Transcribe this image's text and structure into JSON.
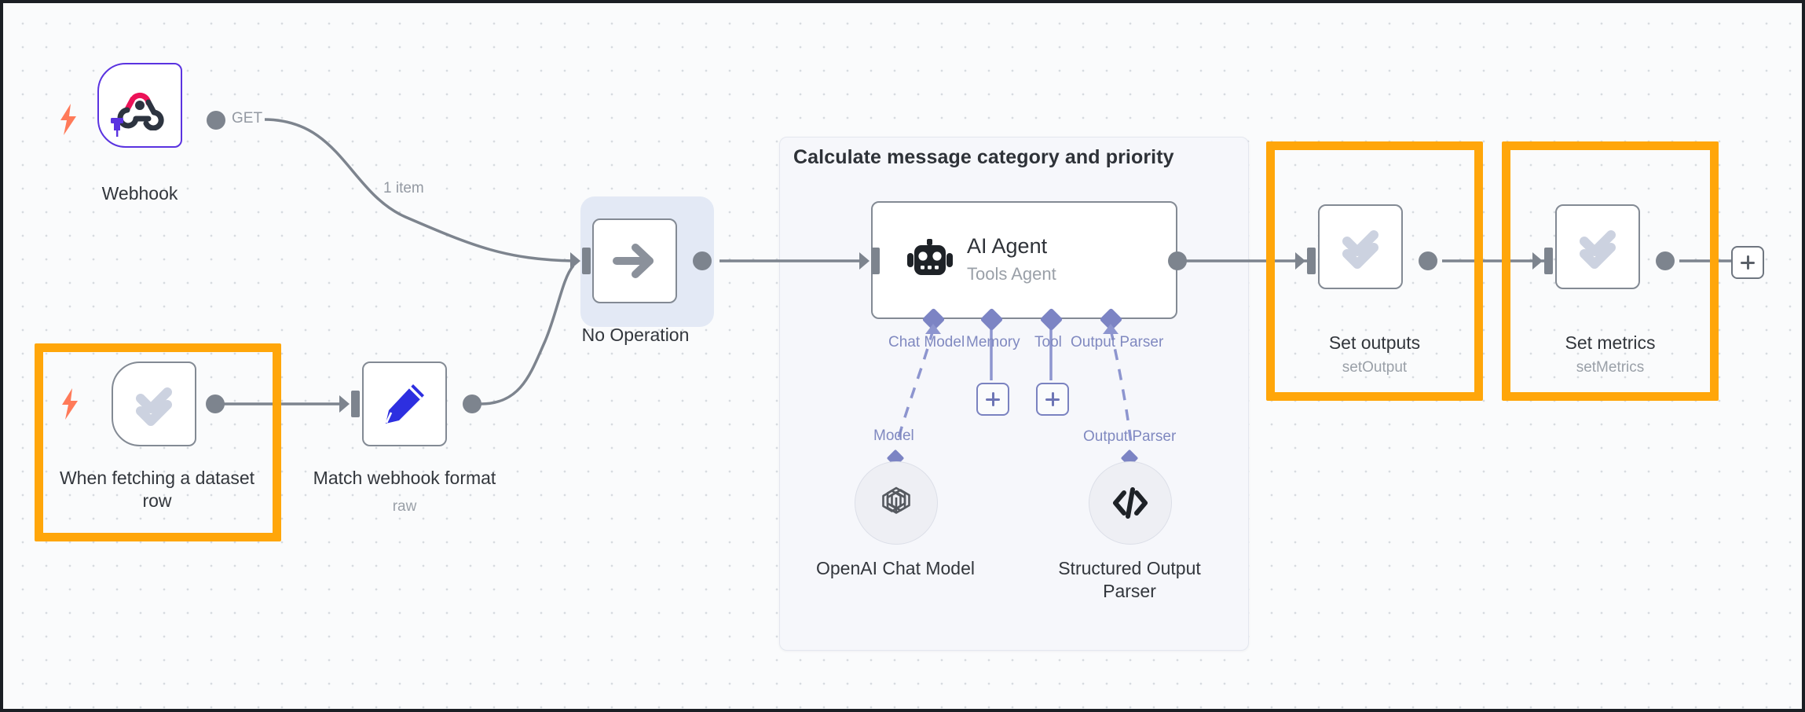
{
  "canvas": {
    "background_color": "#fafbfc",
    "grid_dot_color": "#d7dbe0",
    "border_color": "#1b1f24"
  },
  "sticky_group": {
    "title": "Calculate message category and priority",
    "background_color": "#f6f7fb",
    "border_color": "#e4e7ef"
  },
  "highlight": {
    "color": "#ffa60a",
    "targets": [
      "when-fetching-a-dataset-row",
      "set-outputs",
      "set-metrics"
    ]
  },
  "nodes": [
    {
      "id": "webhook",
      "label": "Webhook",
      "sublabel": "",
      "icon": "webhook-icon",
      "type": "trigger",
      "accent_color": "#5a33e0",
      "pinned": true,
      "has_trigger_bolt": true
    },
    {
      "id": "when-fetching-a-dataset-row",
      "label": "When fetching a dataset\nrow",
      "sublabel": "",
      "icon": "double-check-icon",
      "type": "trigger",
      "accent_color": "#838a94",
      "pinned": false,
      "has_trigger_bolt": true
    },
    {
      "id": "match-webhook-format",
      "label": "Match webhook format",
      "sublabel": "raw",
      "icon": "pencil-icon",
      "type": "action",
      "accent_color": "#2d2fe0"
    },
    {
      "id": "no-operation",
      "label": "No Operation",
      "sublabel": "",
      "icon": "arrow-right-icon",
      "type": "action",
      "selected": true
    },
    {
      "id": "ai-agent",
      "label": "AI Agent",
      "sublabel": "Tools Agent",
      "icon": "robot-icon",
      "type": "agent"
    },
    {
      "id": "set-outputs",
      "label": "Set outputs",
      "sublabel": "setOutput",
      "icon": "double-check-icon",
      "type": "action"
    },
    {
      "id": "set-metrics",
      "label": "Set metrics",
      "sublabel": "setMetrics",
      "icon": "double-check-icon",
      "type": "action"
    }
  ],
  "sub_nodes": [
    {
      "id": "openai-chat-model",
      "label": "OpenAI Chat Model",
      "icon": "openai-icon",
      "connector_label": "Model"
    },
    {
      "id": "structured-output-parser",
      "label": "Structured Output\nParser",
      "icon": "code-brackets-icon",
      "connector_label": "Output Parser"
    }
  ],
  "agent_ports": [
    {
      "id": "chat-model",
      "label": "Chat Model",
      "connected": true
    },
    {
      "id": "memory",
      "label": "Memory",
      "connected": false
    },
    {
      "id": "tool",
      "label": "Tool",
      "connected": false
    },
    {
      "id": "output-parser",
      "label": "Output Parser",
      "connected": true
    }
  ],
  "connection_labels": {
    "webhook_out": "GET",
    "webhook_items": "1 item"
  },
  "buttons": {
    "add_memory": "+",
    "add_tool": "+",
    "add_next_node": "+"
  }
}
